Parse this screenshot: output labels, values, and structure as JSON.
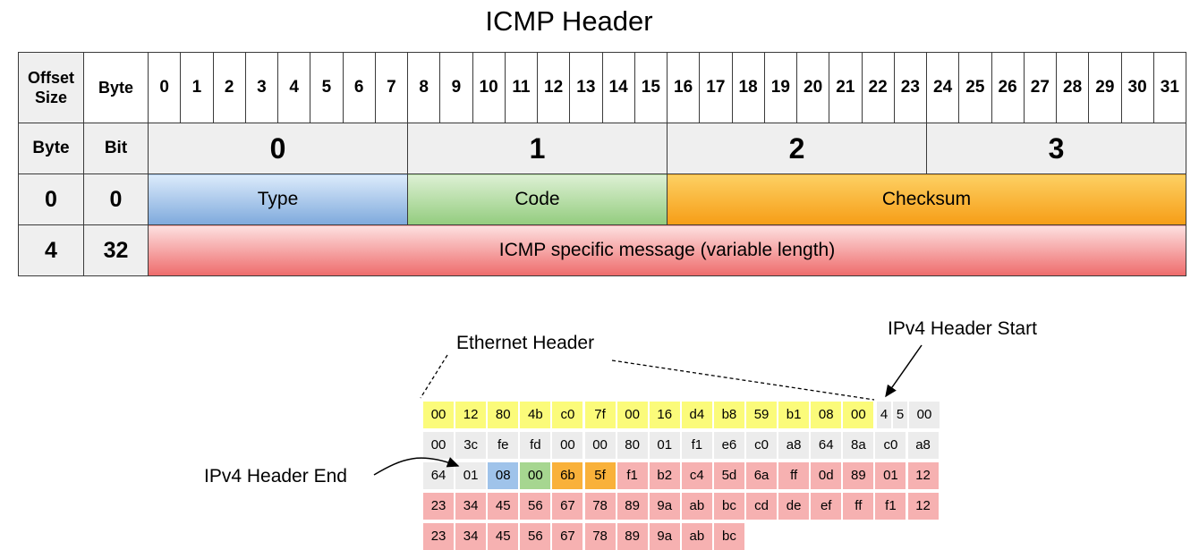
{
  "title": "ICMP Header",
  "table": {
    "offset_label": "Offset\nSize",
    "byte_label": "Byte",
    "bit_numbers": [
      "0",
      "1",
      "2",
      "3",
      "4",
      "5",
      "6",
      "7",
      "8",
      "9",
      "10",
      "11",
      "12",
      "13",
      "14",
      "15",
      "16",
      "17",
      "18",
      "19",
      "20",
      "21",
      "22",
      "23",
      "24",
      "25",
      "26",
      "27",
      "28",
      "29",
      "30",
      "31"
    ],
    "row2": {
      "byte": "Byte",
      "bit": "Bit",
      "bytes": [
        "0",
        "1",
        "2",
        "3"
      ]
    },
    "row3": {
      "byte": "0",
      "bit": "0",
      "type": "Type",
      "code": "Code",
      "checksum": "Checksum"
    },
    "row4": {
      "byte": "4",
      "bit": "32",
      "message": "ICMP specific message (variable length)"
    },
    "colors": {
      "type": "#7ea9dc",
      "code": "#93cc7e",
      "checksum": "#f69d16",
      "message": "#ee6b6b"
    }
  },
  "packet": {
    "labels": {
      "ethernet": "Ethernet Header",
      "ipv4_start": "IPv4 Header Start",
      "ipv4_end": "IPv4 Header End"
    },
    "rows": [
      [
        [
          "00",
          "eth"
        ],
        [
          "12",
          "eth"
        ],
        [
          "80",
          "eth"
        ],
        [
          "4b",
          "eth"
        ],
        [
          "c0",
          "eth"
        ],
        [
          "7f",
          "eth"
        ],
        [
          "00",
          "eth"
        ],
        [
          "16",
          "eth"
        ],
        [
          "d4",
          "eth"
        ],
        [
          "b8",
          "eth"
        ],
        [
          "59",
          "eth"
        ],
        [
          "b1",
          "eth"
        ],
        [
          "08",
          "eth"
        ],
        [
          "00",
          "eth"
        ],
        [
          "4",
          "gray"
        ],
        [
          "5",
          "gray"
        ],
        [
          "00",
          "gray"
        ]
      ],
      [
        [
          "00",
          "gray"
        ],
        [
          "3c",
          "gray"
        ],
        [
          "fe",
          "gray"
        ],
        [
          "fd",
          "gray"
        ],
        [
          "00",
          "gray"
        ],
        [
          "00",
          "gray"
        ],
        [
          "80",
          "gray"
        ],
        [
          "01",
          "gray"
        ],
        [
          "f1",
          "gray"
        ],
        [
          "e6",
          "gray"
        ],
        [
          "c0",
          "gray"
        ],
        [
          "a8",
          "gray"
        ],
        [
          "64",
          "gray"
        ],
        [
          "8a",
          "gray"
        ],
        [
          "c0",
          "gray"
        ],
        [
          "a8",
          "gray"
        ]
      ],
      [
        [
          "64",
          "gray"
        ],
        [
          "01",
          "gray"
        ],
        [
          "08",
          "blue"
        ],
        [
          "00",
          "green"
        ],
        [
          "6b",
          "orange"
        ],
        [
          "5f",
          "orange"
        ],
        [
          "f1",
          "pink"
        ],
        [
          "b2",
          "pink"
        ],
        [
          "c4",
          "pink"
        ],
        [
          "5d",
          "pink"
        ],
        [
          "6a",
          "pink"
        ],
        [
          "ff",
          "pink"
        ],
        [
          "0d",
          "pink"
        ],
        [
          "89",
          "pink"
        ],
        [
          "01",
          "pink"
        ],
        [
          "12",
          "pink"
        ]
      ],
      [
        [
          "23",
          "pink"
        ],
        [
          "34",
          "pink"
        ],
        [
          "45",
          "pink"
        ],
        [
          "56",
          "pink"
        ],
        [
          "67",
          "pink"
        ],
        [
          "78",
          "pink"
        ],
        [
          "89",
          "pink"
        ],
        [
          "9a",
          "pink"
        ],
        [
          "ab",
          "pink"
        ],
        [
          "bc",
          "pink"
        ],
        [
          "cd",
          "pink"
        ],
        [
          "de",
          "pink"
        ],
        [
          "ef",
          "pink"
        ],
        [
          "ff",
          "pink"
        ],
        [
          "f1",
          "pink"
        ],
        [
          "12",
          "pink"
        ]
      ],
      [
        [
          "23",
          "pink"
        ],
        [
          "34",
          "pink"
        ],
        [
          "45",
          "pink"
        ],
        [
          "56",
          "pink"
        ],
        [
          "67",
          "pink"
        ],
        [
          "78",
          "pink"
        ],
        [
          "89",
          "pink"
        ],
        [
          "9a",
          "pink"
        ],
        [
          "ab",
          "pink"
        ],
        [
          "bc",
          "pink"
        ]
      ]
    ]
  }
}
